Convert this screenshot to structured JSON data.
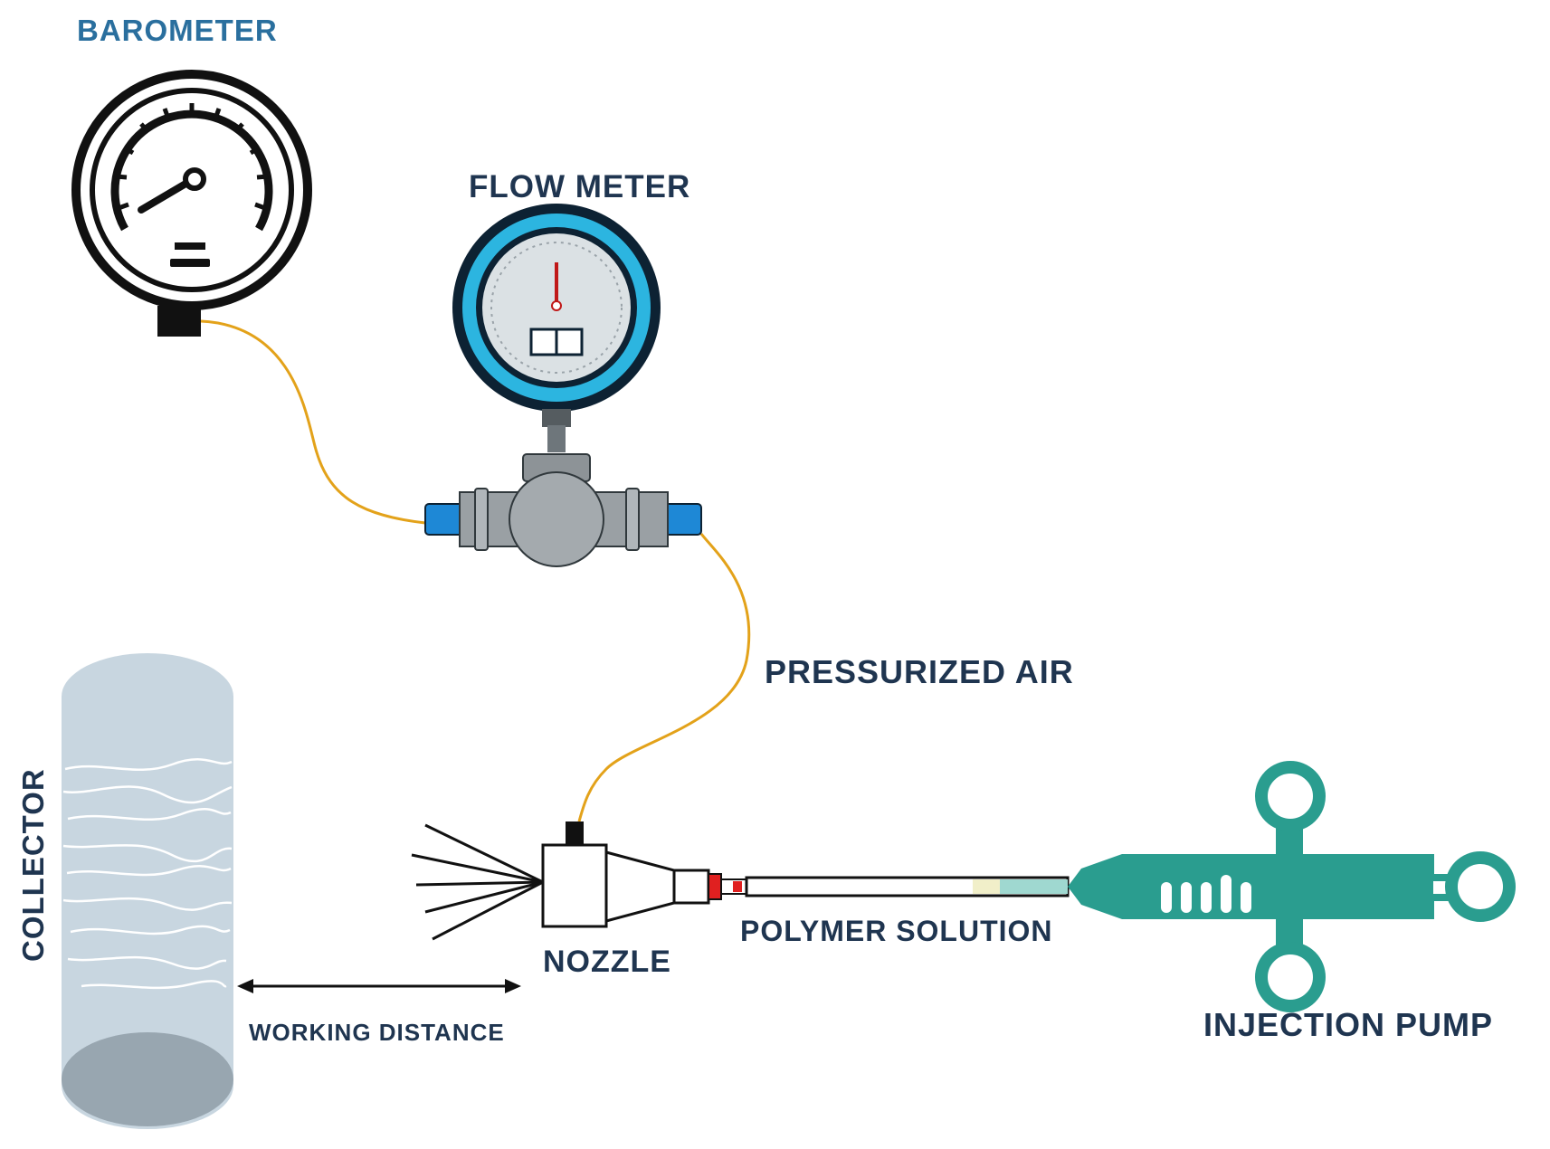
{
  "labels": {
    "barometer": "BAROMETER",
    "flow_meter": "FLOW METER",
    "pressurized_air": "PRESSURIZED AIR",
    "collector": "COLLECTOR",
    "nozzle": "NOZZLE",
    "polymer_solution": "POLYMER SOLUTION",
    "working_distance": "WORKING DISTANCE",
    "injection_pump": "INJECTION PUMP"
  },
  "colors": {
    "label_text": "#1f3550",
    "barometer_label": "#2a6f9e",
    "air_line": "#e3a21a",
    "flow_meter_ring": "#2cb5e0",
    "pipe_gray": "#9aa0a4",
    "pipe_connector": "#1e88d6",
    "collector": "#c8d6e0",
    "syringe": "#2a9d8f",
    "nozzle_tip": "#e02020"
  },
  "icons": [
    "barometer-gauge-icon",
    "flow-meter-icon",
    "pipe-fitting-icon",
    "nozzle-icon",
    "syringe-icon",
    "collector-drum-icon",
    "double-arrow-icon"
  ]
}
